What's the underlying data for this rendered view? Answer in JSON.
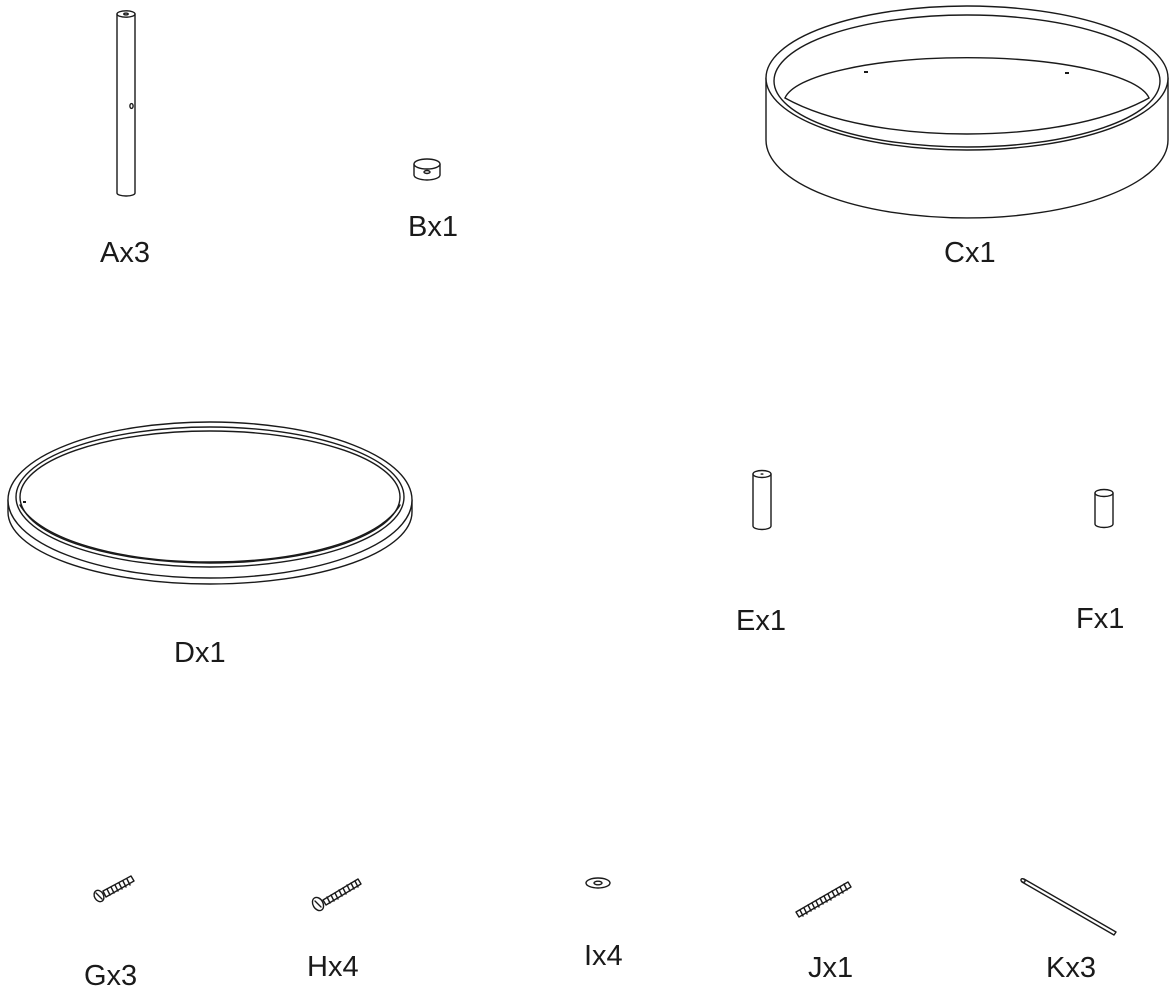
{
  "parts": [
    {
      "id": "A",
      "label": "Ax3",
      "icon": "long-rod-with-hole-icon"
    },
    {
      "id": "B",
      "label": "Bx1",
      "icon": "small-cylinder-cap-icon"
    },
    {
      "id": "C",
      "label": "Cx1",
      "icon": "large-deep-ring-tray-icon"
    },
    {
      "id": "D",
      "label": "Dx1",
      "icon": "shallow-ring-tray-icon"
    },
    {
      "id": "E",
      "label": "Ex1",
      "icon": "short-tube-connector-icon"
    },
    {
      "id": "F",
      "label": "Fx1",
      "icon": "small-dowel-icon"
    },
    {
      "id": "G",
      "label": "Gx3",
      "icon": "short-screw-icon"
    },
    {
      "id": "H",
      "label": "Hx4",
      "icon": "long-screw-icon"
    },
    {
      "id": "I",
      "label": "Ix4",
      "icon": "washer-icon"
    },
    {
      "id": "J",
      "label": "Jx1",
      "icon": "threaded-rod-icon"
    },
    {
      "id": "K",
      "label": "Kx3",
      "icon": "thin-pin-icon"
    }
  ],
  "colors": {
    "line": "#1a1a1a",
    "background": "#ffffff"
  }
}
